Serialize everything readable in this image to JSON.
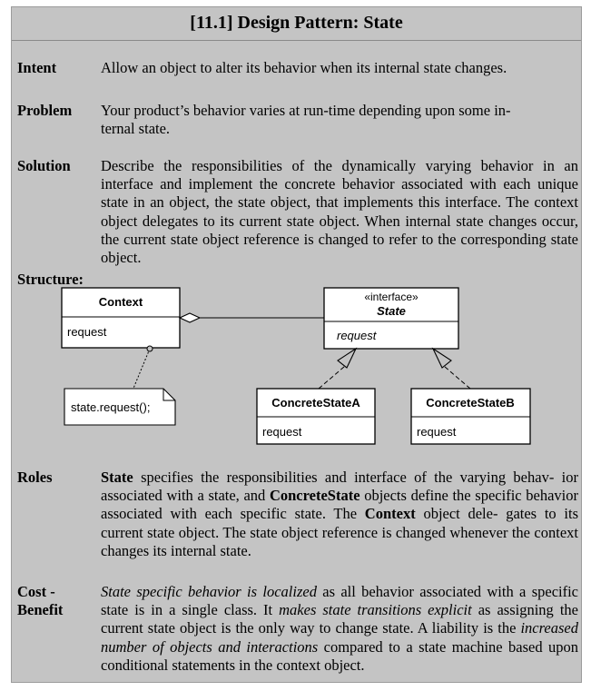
{
  "title": "[11.1] Design Pattern: State",
  "sections": {
    "intent": {
      "label": "Intent",
      "text": "Allow an object to alter its behavior when its internal state changes."
    },
    "problem": {
      "label": "Problem",
      "line1": "Your product’s behavior varies at run-time depending upon some in-",
      "line2": "ternal state."
    },
    "solution": {
      "label": "Solution",
      "text": "Describe the responsibilities of the dynamically varying behavior in an interface and implement the concrete behavior associated with each unique state in an object, the state object, that implements this interface. The context object delegates to its current state object.  When internal state changes occur, the current state object reference is changed to refer to the corresponding state object."
    },
    "structure": {
      "label": "Structure:"
    },
    "roles": {
      "label": "Roles",
      "t1": "State",
      "t2": " specifies the responsibilities and interface of the varying behav- ior associated with a state, and ",
      "t3": "ConcreteState",
      "t4": " objects define the specific behavior associated with each specific state.  The ",
      "t5": "Context",
      "t6": " object dele- gates to its current state object.  The state object reference is changed whenever the context changes its internal state."
    },
    "cost": {
      "label1": "Cost -",
      "label2": "Benefit",
      "t1": "State specific behavior is localized",
      "t2": " as all behavior associated with a specific state is in a single class. It ",
      "t3": "makes state transitions explicit",
      "t4": " as assigning the current state object is the only way to change state.  A liability is the ",
      "t5": "increased number of objects and interactions",
      "t6": " compared to a state machine based upon conditional statements in the context object."
    }
  },
  "diagram": {
    "context_name": "Context",
    "context_op": "request",
    "state_stereotype": "«interface»",
    "state_name": "State",
    "state_op": "request",
    "note_text": "state.request();",
    "concrete_a_name": "ConcreteStateA",
    "concrete_a_op": "request",
    "concrete_b_name": "ConcreteStateB",
    "concrete_b_op": "request"
  }
}
